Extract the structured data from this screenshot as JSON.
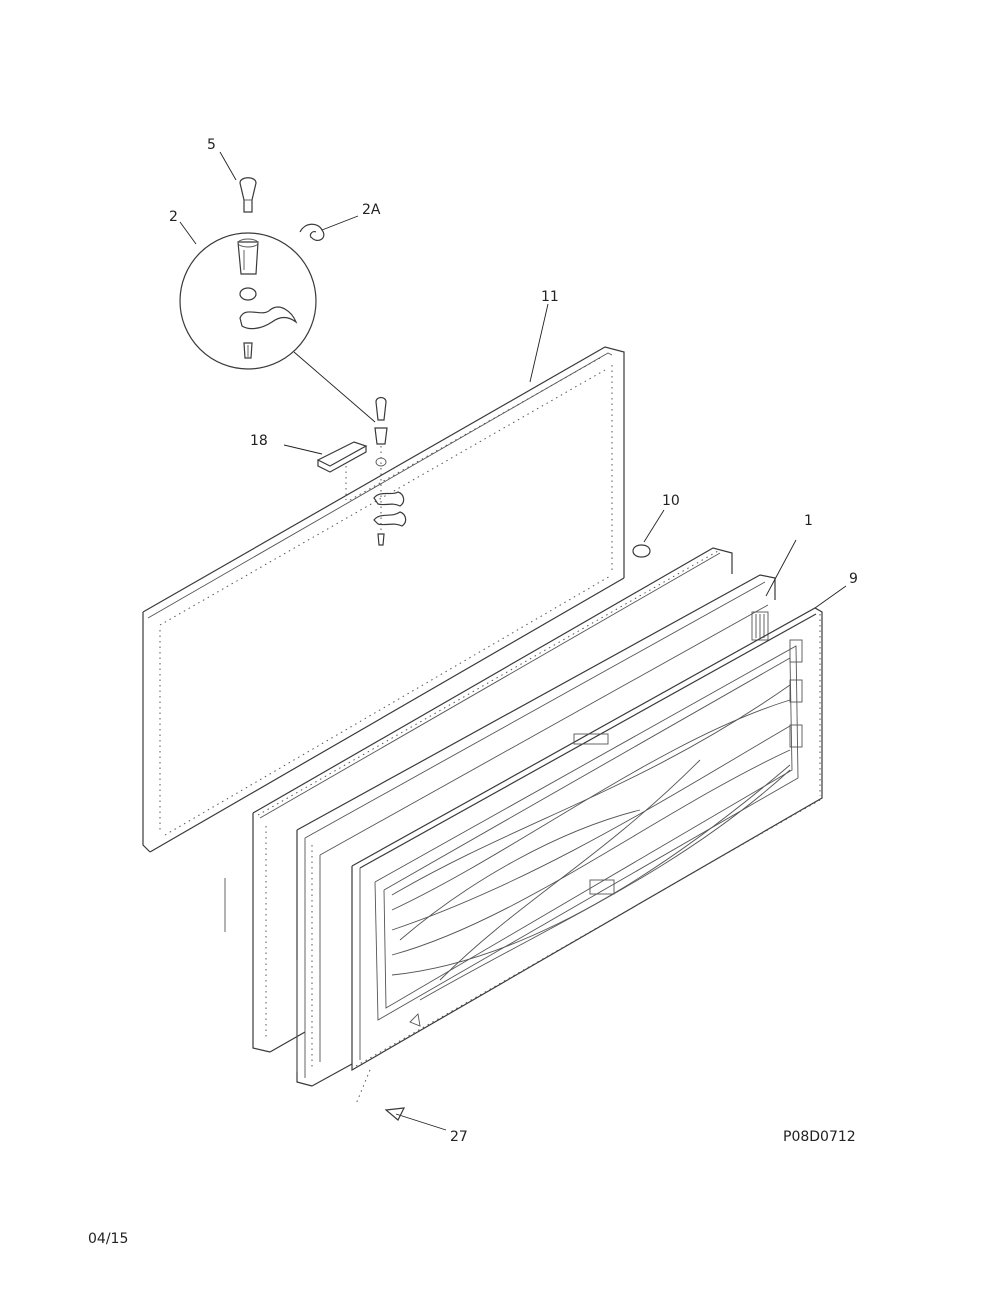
{
  "diagram": {
    "callouts": {
      "c5": "5",
      "c2": "2",
      "c2a": "2A",
      "c11": "11",
      "c18": "18",
      "c10": "10",
      "c1": "1",
      "c9": "9",
      "c27": "27"
    },
    "part_number": "P08D0712",
    "date_code": "04/15"
  }
}
